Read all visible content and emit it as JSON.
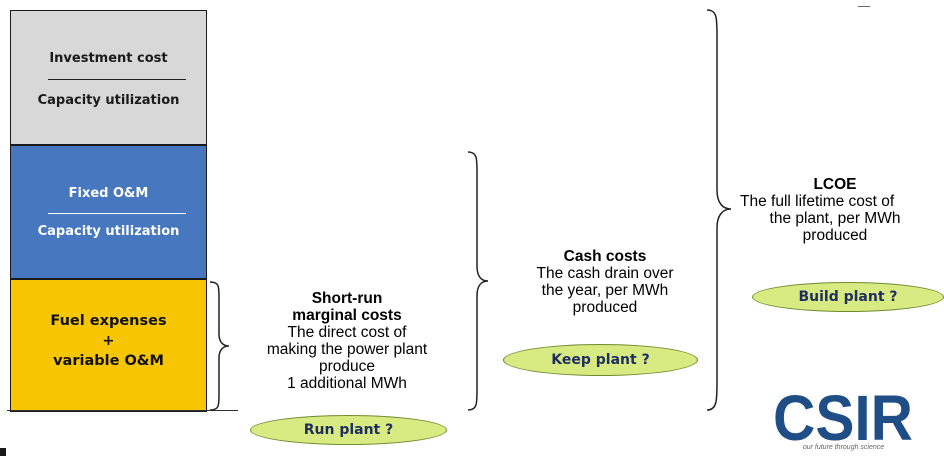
{
  "blocks": {
    "investment": {
      "numerator": "Investment cost",
      "denominator": "Capacity utilization"
    },
    "fixed": {
      "numerator": "Fixed O&M",
      "denominator": "Capacity utilization"
    },
    "fuel": {
      "line1": "Fuel expenses",
      "line2": "+",
      "line3": "variable O&M"
    }
  },
  "short_run": {
    "title1": "Short-run",
    "title2": "marginal costs",
    "lines": [
      "The direct cost of",
      "making the power plant",
      "produce",
      "1 additional MWh"
    ],
    "action": "Run plant ?"
  },
  "cash": {
    "title": "Cash costs",
    "lines": [
      "The cash drain over",
      "the year, per MWh",
      "produced"
    ],
    "action": "Keep plant ?"
  },
  "lcoe": {
    "title": "LCOE",
    "lines": [
      "The full lifetime cost of",
      "the plant, per MWh",
      "produced"
    ],
    "action": "Build plant ?"
  },
  "logo": {
    "text": "CSIR",
    "tagline": "our future through science"
  },
  "colors": {
    "investment": "#d8d8d8",
    "fixed": "#4677bf",
    "fuel": "#f7c600",
    "oval": "#d8ea82",
    "logo": "#1f4e86"
  }
}
